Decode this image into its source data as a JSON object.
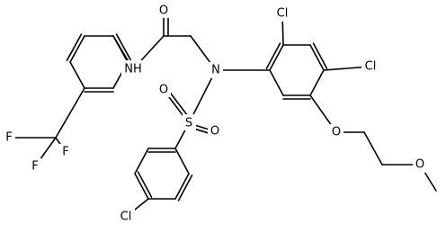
{
  "atoms": {
    "O_amide": "O",
    "NH": "NH",
    "N_center": "N",
    "S": "S",
    "O_s1": "O",
    "O_s2": "O",
    "Cl_top": "Cl",
    "Cl_right": "Cl",
    "O_ether": "O",
    "O_methoxy": "O",
    "Cl_bottom": "Cl",
    "F1": "F",
    "F2": "F",
    "F3": "F"
  }
}
